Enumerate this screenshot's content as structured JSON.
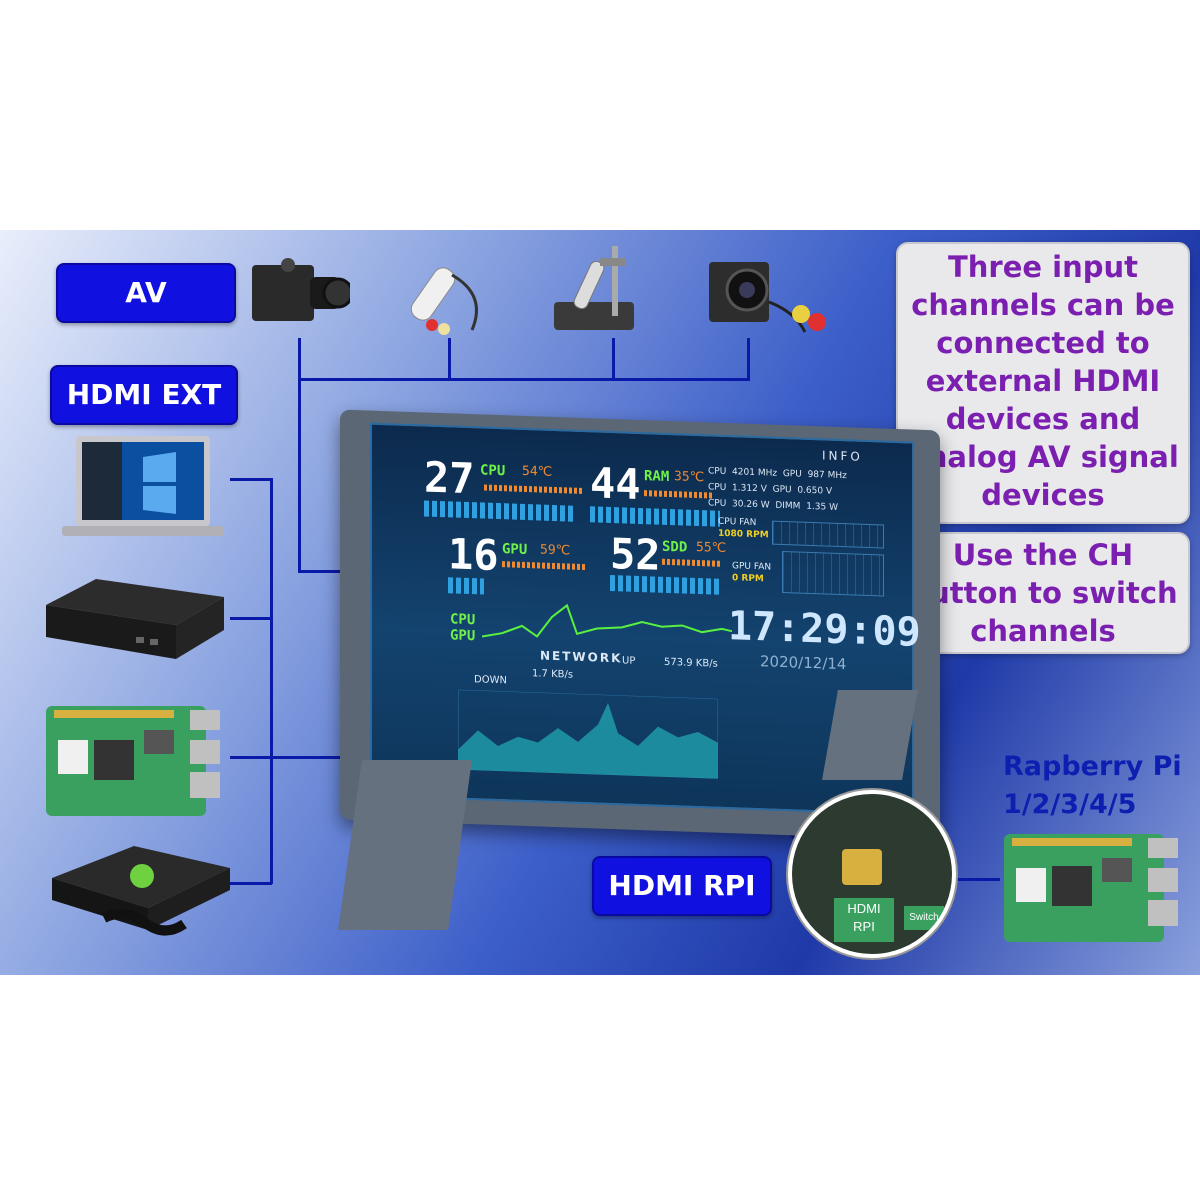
{
  "labels": {
    "av": "AV",
    "hdmi_ext": "HDMI EXT",
    "hdmi_rpi": "HDMI RPI",
    "raspberry_title_1": "Rapberry Pi",
    "raspberry_title_2": "1/2/3/4/5"
  },
  "info_box_1": {
    "lines": [
      "Three input",
      "channels can be",
      "connected to",
      "external HDMI",
      "devices and",
      "analog AV signal",
      "devices"
    ]
  },
  "info_box_2": {
    "lines": [
      "Use the CH",
      "button to switch",
      "channels"
    ]
  },
  "screen": {
    "info_label": "INFO",
    "cpu_value": "27",
    "cpu_label": "CPU",
    "cpu_temp": "54℃",
    "ram_value": "44",
    "ram_label": "RAM",
    "ram_temp": "35℃",
    "gpu_value": "16",
    "gpu_label": "GPU",
    "gpu_temp": "59℃",
    "sdd_value": "52",
    "sdd_label": "SDD",
    "sdd_temp": "55℃",
    "info_rows": [
      [
        "CPU",
        "4201",
        "MHz",
        "GPU",
        "987",
        "MHz"
      ],
      [
        "CPU",
        "1.312",
        "V",
        "GPU",
        "0.650",
        "V"
      ],
      [
        "CPU",
        "30.26",
        "W",
        "DIMM",
        "1.35",
        "W"
      ]
    ],
    "cpu_fan_label": "CPU FAN",
    "cpu_fan_rpm": "1080 RPM",
    "gpu_fan_label": "GPU FAN",
    "gpu_fan_rpm": "0 RPM",
    "graph_cpu": "CPU",
    "graph_gpu": "GPU",
    "network_label": "NETWORK",
    "down_label": "DOWN",
    "down_speed": "1.7 KB/s",
    "up_label": "UP",
    "up_speed": "573.9 KB/s",
    "clock": "17:29:09",
    "date": "2020/12/14"
  },
  "zoom_labels": {
    "hdmi": "HDMI",
    "rpi": "RPI",
    "switch": "Switch"
  },
  "colors": {
    "label_blue": "#1010e0",
    "info_text_purple": "#7b1fb0",
    "wire_blue": "#0a1aa8",
    "dot_red": "#e01010"
  }
}
